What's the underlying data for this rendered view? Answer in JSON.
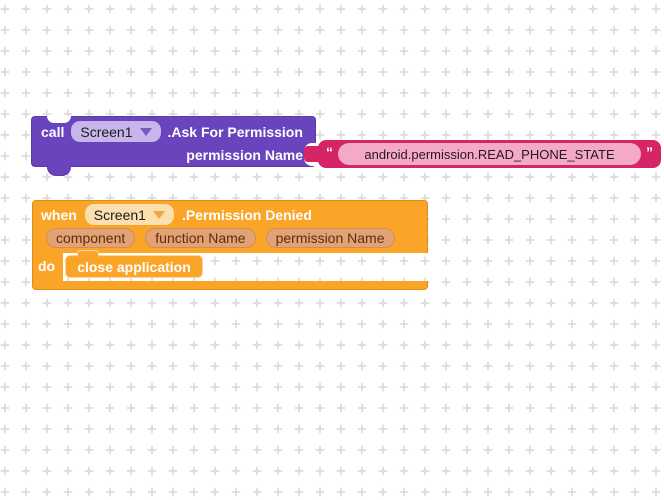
{
  "canvas": {
    "background": "#ffffff",
    "grid_cross_color": "#dcdcdc"
  },
  "call_block": {
    "color": "#6A44BC",
    "keyword": "call",
    "dropdown": {
      "value": "Screen1",
      "icon": "dropdown-arrow-icon",
      "bg": "#C8B5E9",
      "arrow_color": "#7D55C6"
    },
    "method": ".Ask For Permission",
    "param_label": "permission Name"
  },
  "text_block": {
    "color": "#D62566",
    "field_bg": "#F4A9C7",
    "open_quote": "“",
    "value": "android.permission.READ_PHONE_STATE",
    "close_quote": "”"
  },
  "when_block": {
    "color": "#FBA528",
    "keyword": "when",
    "dropdown": {
      "value": "Screen1",
      "icon": "dropdown-arrow-icon",
      "bg": "#FCDFAE",
      "arrow_color": "#F0A73B"
    },
    "event": ".Permission Denied",
    "params": [
      {
        "label": "component"
      },
      {
        "label": "function Name"
      },
      {
        "label": "permission Name"
      }
    ],
    "do_label": "do",
    "body_block": {
      "label": "close application"
    }
  }
}
